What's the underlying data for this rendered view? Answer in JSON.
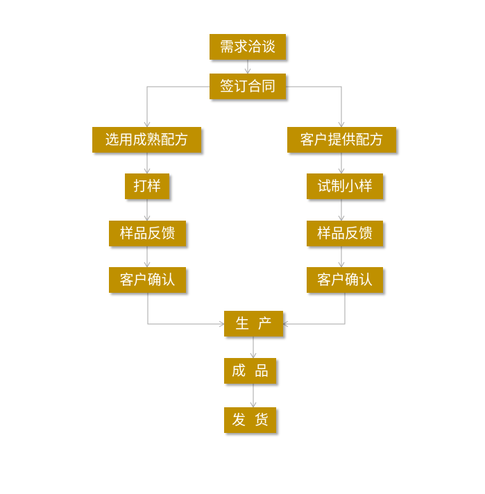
{
  "colors": {
    "box": "#BF9000",
    "line": "#A6A6A6",
    "text": "#FFFFFF"
  },
  "nodes": {
    "negotiate": "需求洽谈",
    "contract": "签订合同",
    "left": {
      "formula": "选用成熟配方",
      "sample": "打样",
      "feedback": "样品反馈",
      "confirm": "客户确认"
    },
    "right": {
      "formula": "客户提供配方",
      "sample": "试制小样",
      "feedback": "样品反馈",
      "confirm": "客户确认"
    },
    "produce": "生  产",
    "product": "成  品",
    "ship": "发  货"
  }
}
